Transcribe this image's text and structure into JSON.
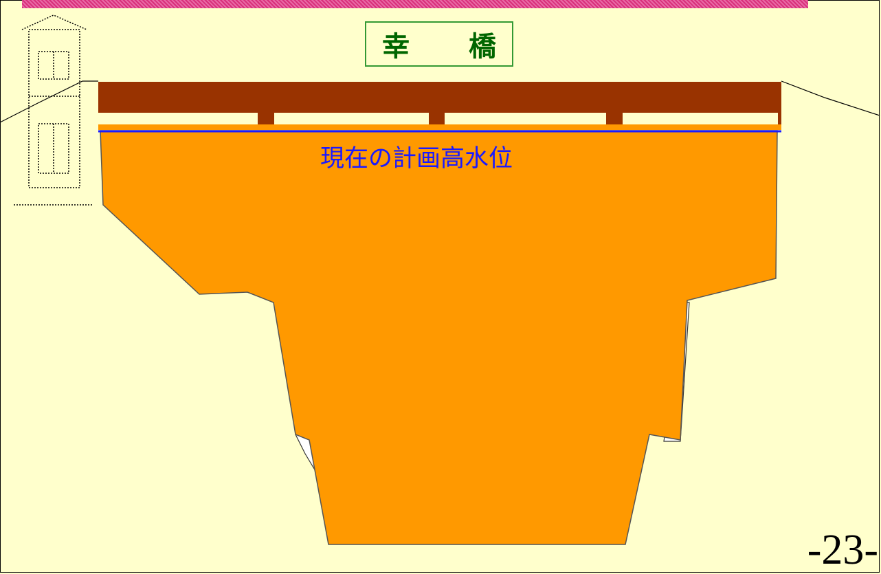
{
  "title": "幸 橋",
  "water_level_label": "現在の計画高水位",
  "page_number": "-23-",
  "colors": {
    "background": "#ffffcc",
    "header_band": "#e0508f",
    "title_border": "#339933",
    "title_text": "#006600",
    "bridge_deck": "#993300",
    "river_section": "#ff9900",
    "water_level_line": "#1a1aff",
    "water_level_text": "#1a1aff"
  }
}
